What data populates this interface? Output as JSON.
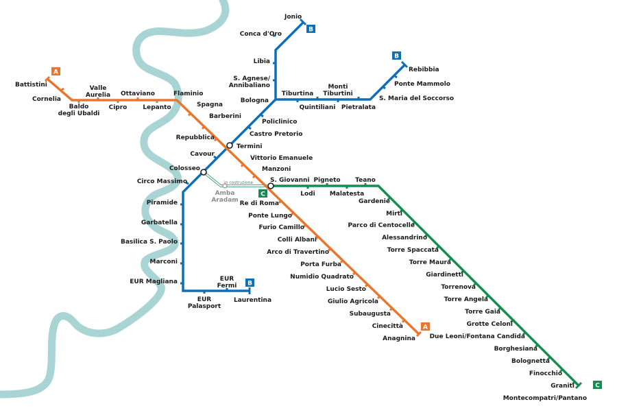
{
  "colors": {
    "line_a": "#e8762e",
    "line_b": "#0f6fb6",
    "line_c": "#158d52",
    "river": "#a8d5d3",
    "background": "#ffffff"
  },
  "lines": {
    "a": {
      "badge": "A"
    },
    "b": {
      "badge": "B"
    },
    "c": {
      "badge": "C"
    }
  },
  "stations": {
    "battistini": "Battistini",
    "cornelia": "Cornelia",
    "baldo_degli_ubaldi": "Baldo degli Ubaldi",
    "valle_aurelia": "Valle Aurelia",
    "cipro": "Cipro",
    "ottaviano": "Ottaviano",
    "lepanto": "Lepanto",
    "flaminio": "Flaminio",
    "spagna": "Spagna",
    "barberini": "Barberini",
    "repubblica": "Repubblica",
    "termini": "Termini",
    "vittorio_emanuele": "Vittorio Emanuele",
    "manzoni": "Manzoni",
    "s_giovanni": "S. Giovanni",
    "re_di_roma": "Re di Roma",
    "ponte_lungo": "Ponte Lungo",
    "furio_camillo": "Furio Camillo",
    "colli_albani": "Colli Albani",
    "arco_di_travertino": "Arco di Travertino",
    "porta_furba": "Porta Furba",
    "numidio_quadrato": "Numidio Quadrato",
    "lucio_sesto": "Lucio Sesto",
    "giulio_agricola": "Giulio Agricola",
    "subaugusta": "Subaugusta",
    "cinecitta": "Cinecittà",
    "anagnina": "Anagnina",
    "jonio": "Jonio",
    "conca_doro": "Conca d'Oro",
    "libia": "Libia",
    "s_agnese_annibaliano": "S. Agnese/ Annibaliano",
    "bologna": "Bologna",
    "tiburtina": "Tiburtina",
    "quintiliani": "Quintiliani",
    "monti_tiburtini": "Monti Tiburtini",
    "pietralata": "Pietralata",
    "s_maria_del_soccorso": "S. Maria del Soccorso",
    "ponte_mammolo": "Ponte Mammolo",
    "rebibbia": "Rebibbia",
    "policlinico": "Policlinico",
    "castro_pretorio": "Castro Pretorio",
    "cavour": "Cavour",
    "colosseo": "Colosseo",
    "circo_massimo": "Circo Massimo",
    "piramide": "Piramide",
    "garbatella": "Garbatella",
    "basilica_s_paolo": "Basilica S. Paolo",
    "marconi": "Marconi",
    "eur_magliana": "EUR Magliana",
    "eur_palasport": "EUR Palasport",
    "eur_fermi": "EUR Fermi",
    "laurentina": "Laurentina",
    "lodi": "Lodi",
    "pigneto": "Pigneto",
    "malatesta": "Malatesta",
    "teano": "Teano",
    "gardenie": "Gardenie",
    "mirti": "Mirti",
    "parco_di_centocelle": "Parco di Centocelle",
    "alessandrino": "Alessandrino",
    "torre_spaccata": "Torre Spaccata",
    "torre_maura": "Torre Maura",
    "giardinetti": "Giardinetti",
    "torrenova": "Torrenova",
    "torre_angela": "Torre Angela",
    "torre_gaia": "Torre Gaia",
    "grotte_celoni": "Grotte Celoni",
    "due_leoni_fontana_candida": "Due Leoni/Fontana Candida",
    "borghesiana": "Borghesiana",
    "bolognetta": "Bolognetta",
    "finocchio": "Finocchio",
    "graniti": "Graniti",
    "montecompatri_pantano": "Montecompatri/Pantano",
    "amba_aradam": "Amba Aradam"
  },
  "notes": {
    "under_construction": "in costruzione"
  }
}
